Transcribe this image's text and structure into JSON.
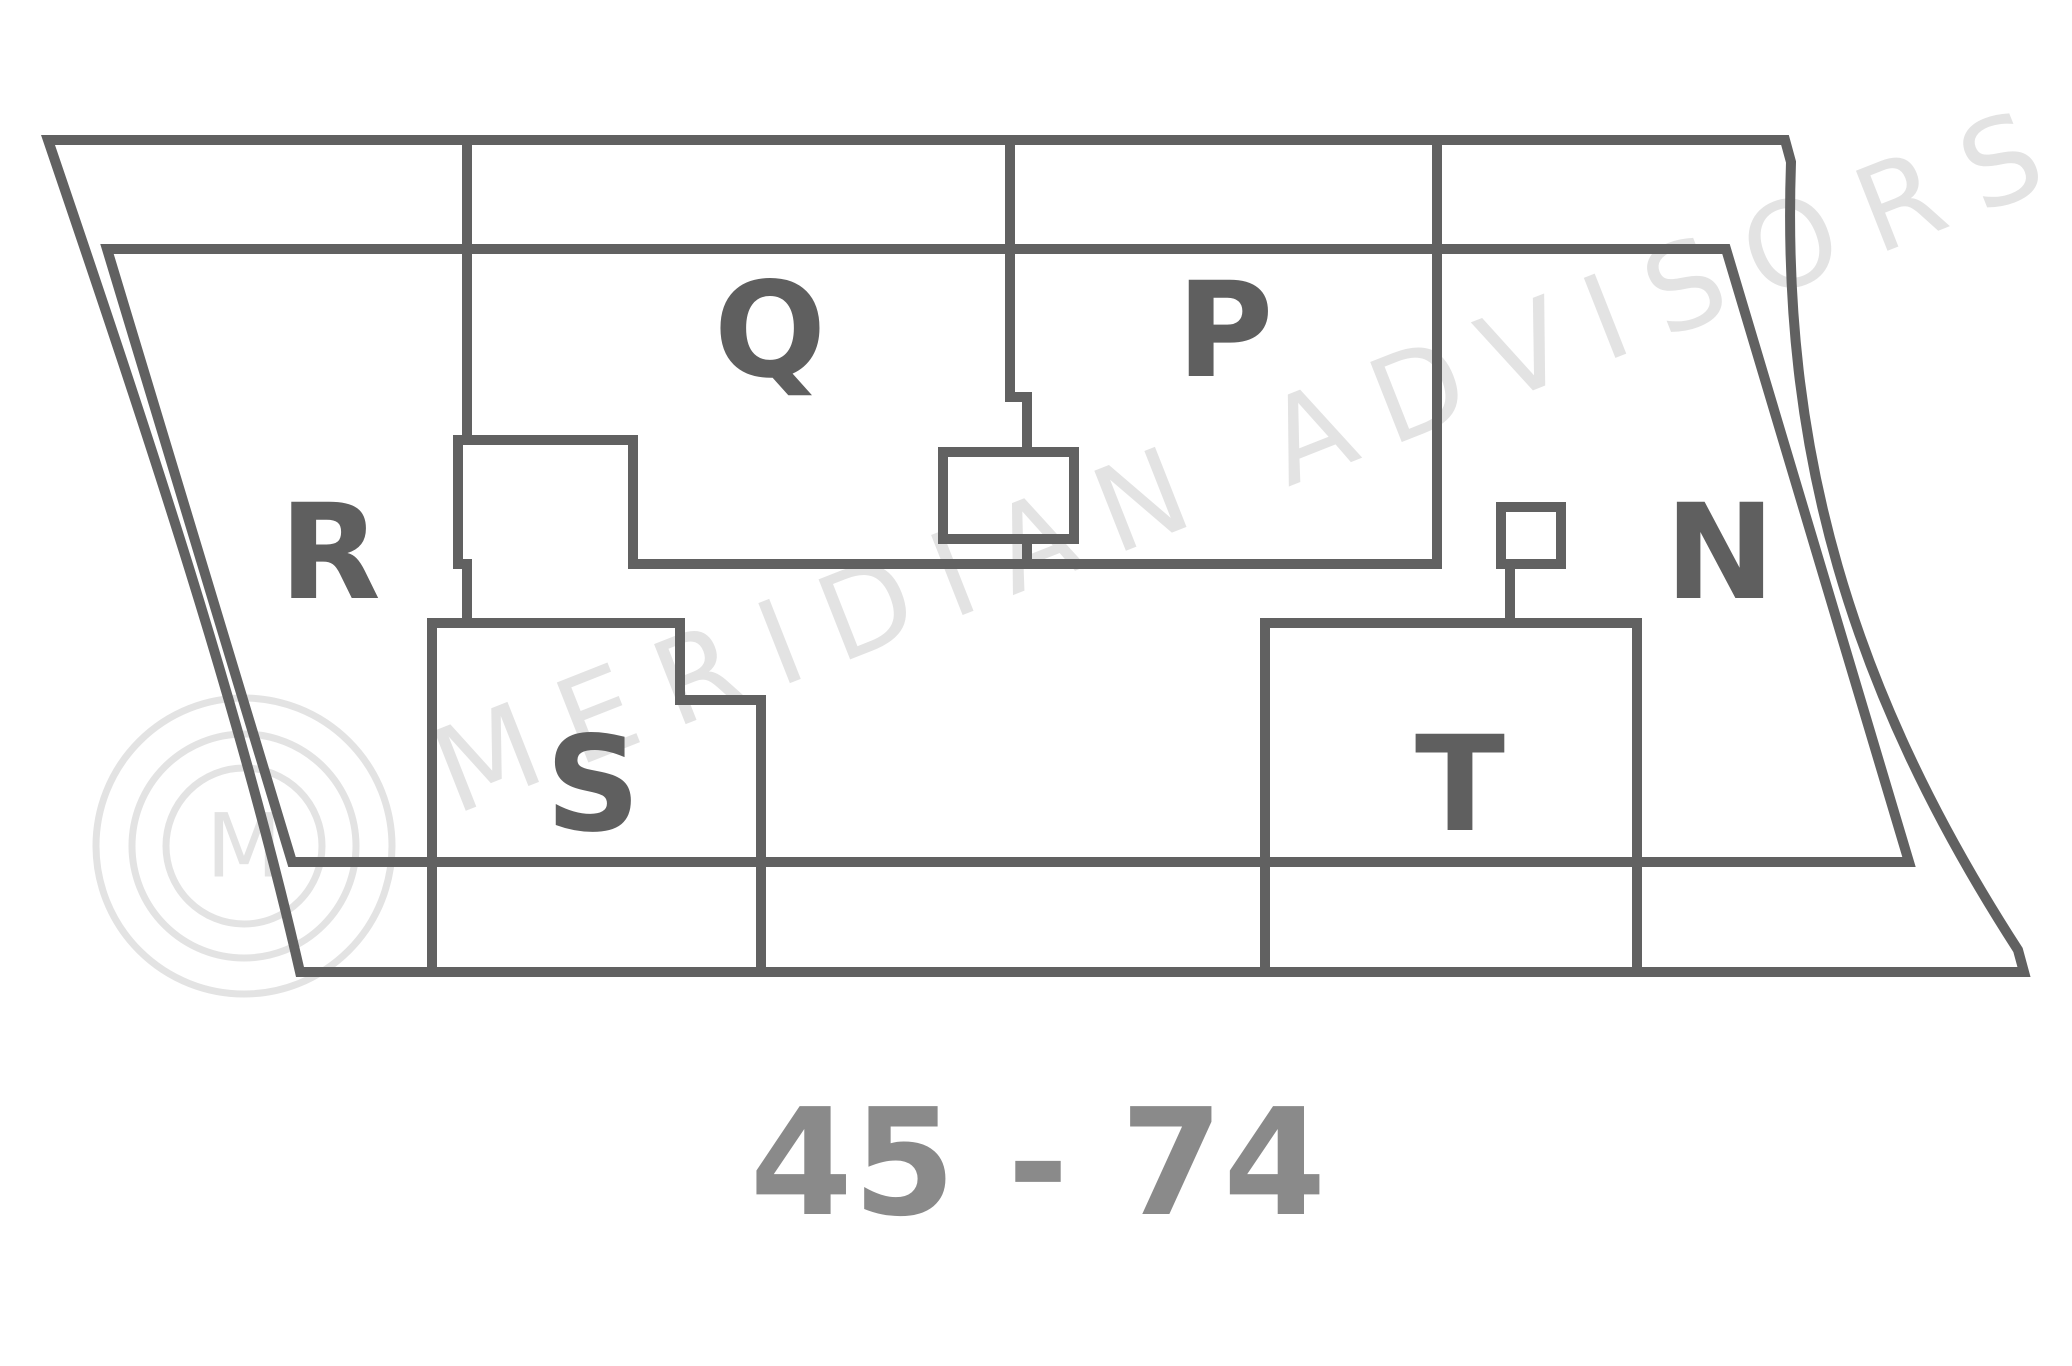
{
  "zones": [
    {
      "id": "Q",
      "label": "Q"
    },
    {
      "id": "P",
      "label": "P"
    },
    {
      "id": "R",
      "label": "R"
    },
    {
      "id": "N",
      "label": "N"
    },
    {
      "id": "S",
      "label": "S"
    },
    {
      "id": "T",
      "label": "T"
    }
  ],
  "range_label": "45 - 74",
  "watermark": {
    "text": "MERIDIAN ADVISORS",
    "monogram": "M"
  },
  "colors": {
    "walls": "#616161",
    "labels": "#5f5f5f",
    "range_label": "#8a8a8a",
    "watermark": "#e3e3e3"
  }
}
